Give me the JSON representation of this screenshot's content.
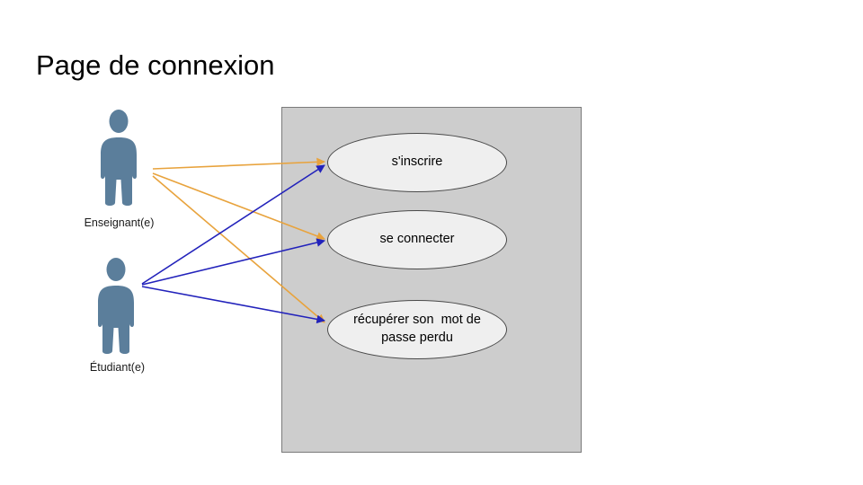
{
  "diagram": {
    "title": "Page de connexion",
    "type": "uml-use-case-diagram"
  },
  "actors": [
    {
      "id": "enseignant",
      "label": "Enseignant(e)",
      "color": "#5b7e9b",
      "link_color": "#e8a33d"
    },
    {
      "id": "etudiant",
      "label": "Étudiant(e)",
      "color": "#5b7e9b",
      "link_color": "#2222bb"
    }
  ],
  "use_cases": [
    {
      "id": "uc-inscrire",
      "label": "s'inscrire"
    },
    {
      "id": "uc-connecter",
      "label": "se connecter"
    },
    {
      "id": "uc-recuperer",
      "label": "récupérer son  mot de\npasse perdu"
    }
  ],
  "system_boundary": {
    "label": "",
    "fill": "#cdcdcd",
    "border": "#7a7a7a"
  },
  "associations": [
    {
      "from": "enseignant",
      "to": "uc-inscrire",
      "color": "#e8a33d"
    },
    {
      "from": "enseignant",
      "to": "uc-connecter",
      "color": "#e8a33d"
    },
    {
      "from": "enseignant",
      "to": "uc-recuperer",
      "color": "#e8a33d"
    },
    {
      "from": "etudiant",
      "to": "uc-inscrire",
      "color": "#2222bb"
    },
    {
      "from": "etudiant",
      "to": "uc-connecter",
      "color": "#2222bb"
    },
    {
      "from": "etudiant",
      "to": "uc-recuperer",
      "color": "#2222bb"
    }
  ],
  "colors": {
    "background": "#ffffff",
    "actor": "#5b7e9b",
    "ellipse_fill": "#efefef",
    "ellipse_border": "#4a4a4a",
    "orange_link": "#e8a33d",
    "blue_link": "#2222bb"
  }
}
